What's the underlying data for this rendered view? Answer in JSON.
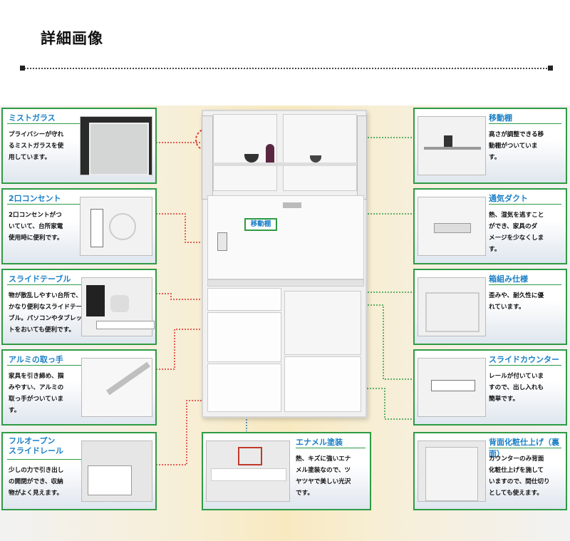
{
  "page": {
    "title": "詳細画像"
  },
  "center_tag": {
    "label": "移動棚"
  },
  "features": {
    "mist_glass": {
      "title": "ミストガラス",
      "lines": [
        "プライバシーが守れ",
        "るミストガラスを使",
        "用しています。"
      ]
    },
    "outlet": {
      "title": "2口コンセント",
      "lines": [
        "2口コンセントがつ",
        "いていて、台所家電",
        "使用時に便利です。"
      ]
    },
    "slide_table": {
      "title": "スライドテーブル",
      "lines": [
        "物が散乱しやすい台所で、",
        "かなり便利なスライドテー",
        "ブル。パソコンやタブレッ",
        "トをおいても便利です。"
      ]
    },
    "handle": {
      "title": "アルミの取っ手",
      "lines": [
        "家具を引き締め、掴",
        "みやすい、アルミの",
        "取っ手がついていま",
        "す。"
      ]
    },
    "full_open": {
      "title": "フルオープン",
      "title2": "スライドレール",
      "lines": [
        "少しの力で引き出し",
        "の開閉ができ、収納",
        "物がよく見えます。"
      ]
    },
    "movable_shelf": {
      "title": "移動棚",
      "lines": [
        "高さが調整できる移",
        "動棚がついていま",
        "す。"
      ]
    },
    "vent_duct": {
      "title": "通気ダクト",
      "lines": [
        "熱、湿気を逃すこと",
        "ができ、家具のダ",
        "メージを少なくしま",
        "す。"
      ]
    },
    "box_frame": {
      "title": "箱組み仕様",
      "lines": [
        "歪みや、耐久性に優",
        "れています。"
      ]
    },
    "slide_counter": {
      "title": "スライドカウンター",
      "lines": [
        "レールが付いていま",
        "すので、出し入れも",
        "簡単です。"
      ]
    },
    "back_finish": {
      "title": "背面化粧仕上げ（裏面）",
      "lines": [
        "カウンターのみ背面",
        "化粧仕上げを施して",
        "いますので、間仕切り",
        "としても使えます。"
      ]
    },
    "enamel": {
      "title": "エナメル塗装",
      "lines": [
        "熱、キズに強いエナ",
        "メル塗装なので、ツ",
        "ヤツヤで美しい光沢",
        "です。"
      ]
    }
  },
  "colors": {
    "accent_green": "#2e9b45",
    "title_blue": "#1a7fc6",
    "red_dot": "#d9322b"
  }
}
